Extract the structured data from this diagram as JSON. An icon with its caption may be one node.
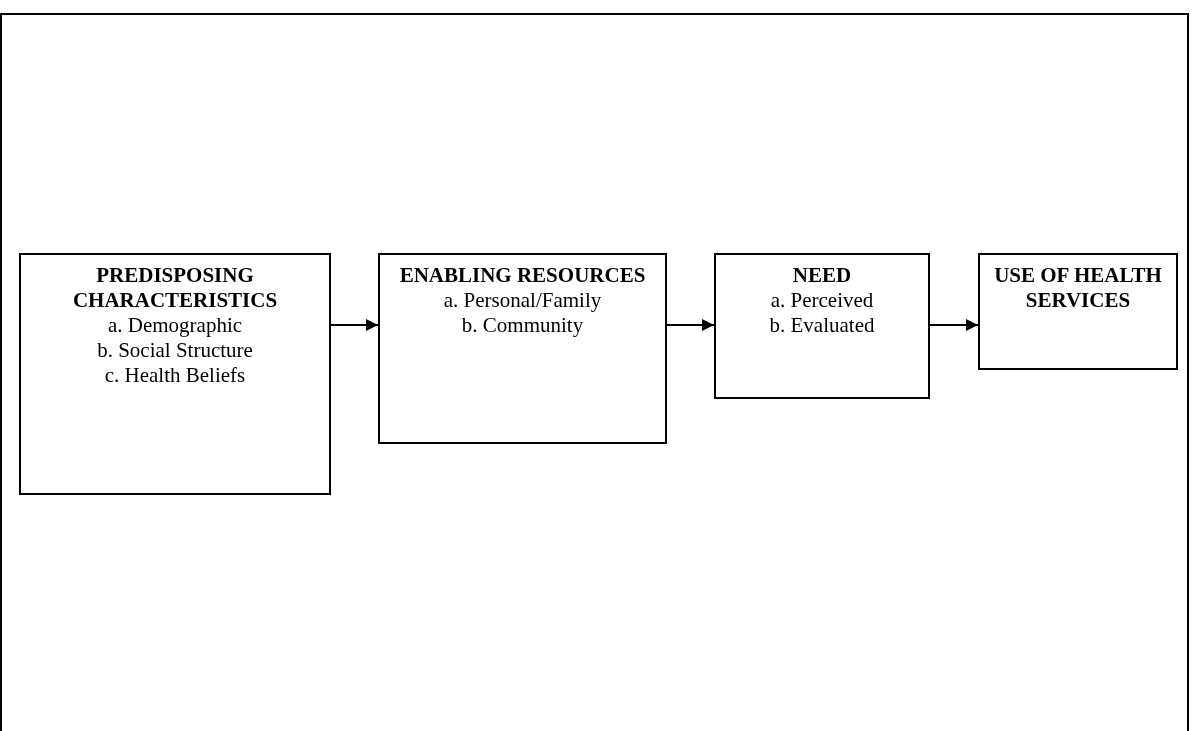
{
  "diagram": {
    "nodes": [
      {
        "text": [
          "PREDISPOSING CHARACTERISTICS",
          "a. Demographic",
          "b. Social Structure",
          "c. Health Beliefs"
        ]
      },
      {
        "text": [
          "ENABLING RESOURCES",
          "a. Personal/Family",
          "b. Community"
        ]
      },
      {
        "text": [
          "NEED",
          "a. Perceived",
          "b. Evaluated"
        ]
      },
      {
        "text": [
          "USE OF HEALTH SERVICES"
        ]
      }
    ],
    "edges": [
      {
        "from": 0,
        "to": 1,
        "arrow": "to"
      },
      {
        "from": 1,
        "to": 2,
        "arrow": "to"
      },
      {
        "from": 2,
        "to": 3,
        "arrow": "to"
      }
    ]
  }
}
